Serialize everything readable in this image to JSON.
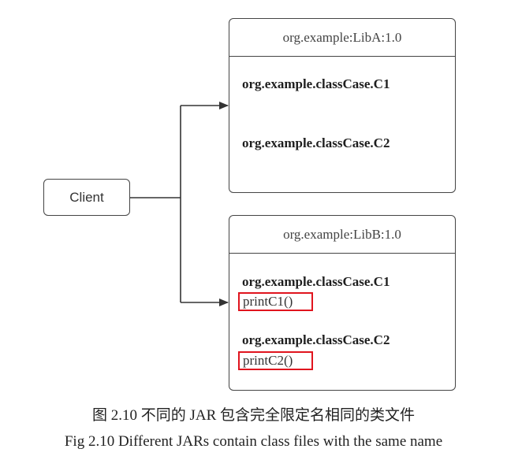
{
  "client": {
    "label": "Client"
  },
  "libraries": [
    {
      "name": "org.example:LibA:1.0",
      "classes": [
        {
          "name": "org.example.classCase.C1",
          "method": ""
        },
        {
          "name": "org.example.classCase.C2",
          "method": ""
        }
      ]
    },
    {
      "name": "org.example:LibB:1.0",
      "classes": [
        {
          "name": "org.example.classCase.C1",
          "method": "printC1()"
        },
        {
          "name": "org.example.classCase.C2",
          "method": "printC2()"
        }
      ]
    }
  ],
  "colors": {
    "stroke": "#444444",
    "highlight": "#e0141e"
  },
  "caption": {
    "zh": "图 2.10  不同的 JAR 包含完全限定名相同的类文件",
    "en": "Fig 2.10 Different JARs contain class files with the same name"
  }
}
